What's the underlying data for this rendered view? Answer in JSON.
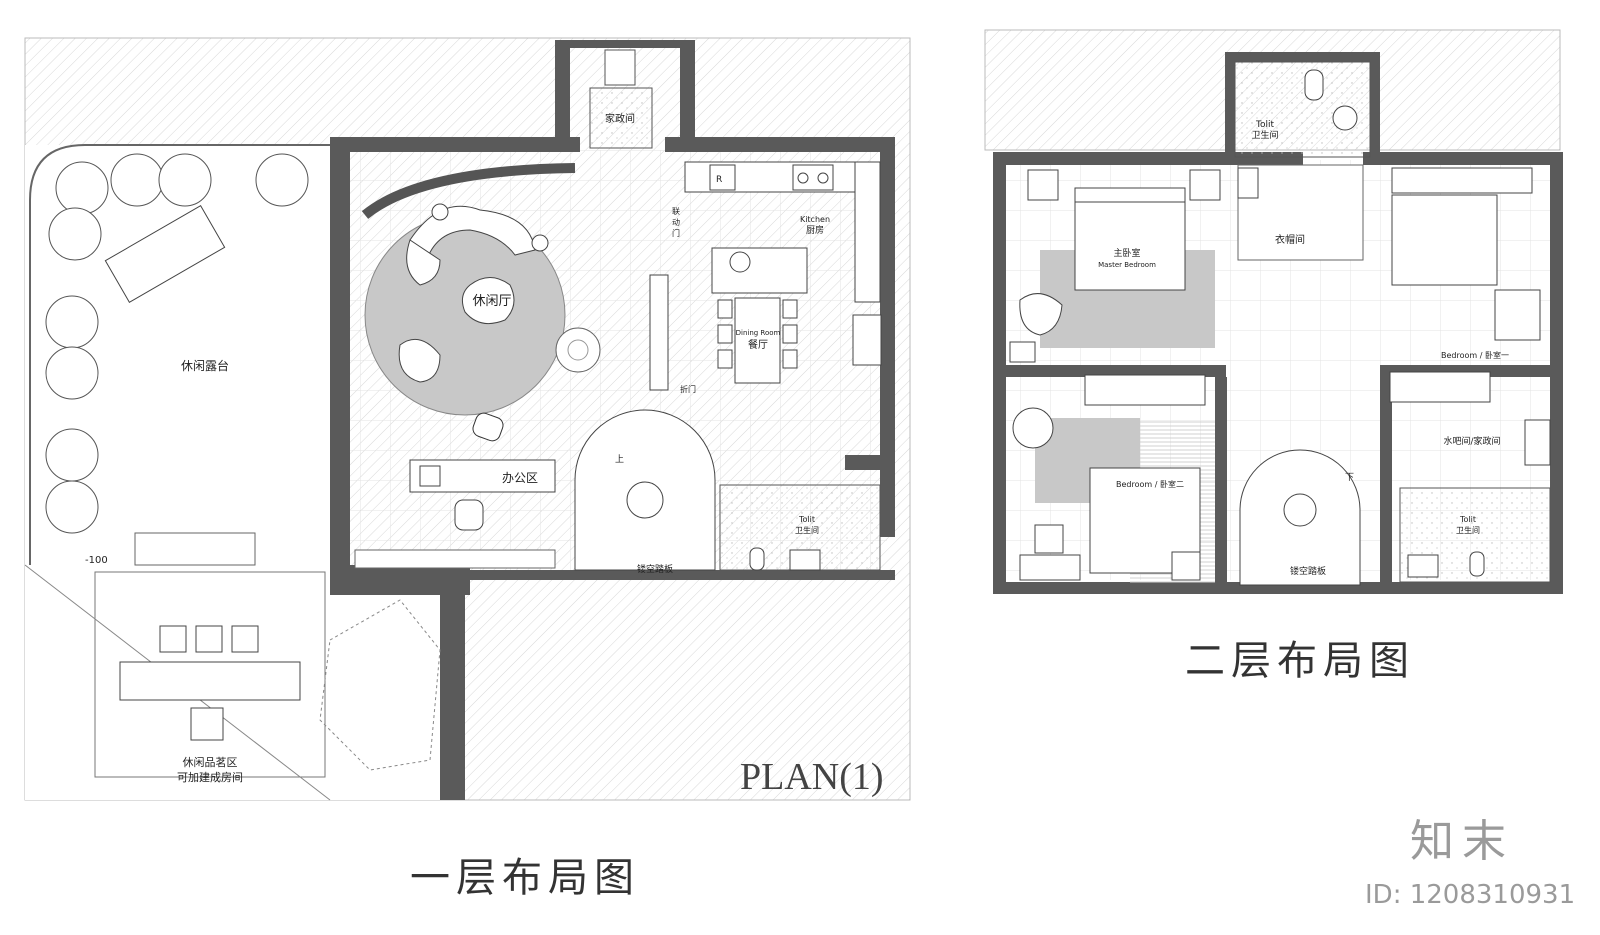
{
  "ground_floor": {
    "caption": "一层布局图",
    "plan_title": "PLAN(1)",
    "rooms": {
      "terrace": "休闲露台",
      "lounge": "休闲厅",
      "laundry": "家政间",
      "kitchen_en": "Kitchen",
      "kitchen_cn": "厨房",
      "linked_door_1": "联",
      "linked_door_2": "动",
      "linked_door_3": "门",
      "fridge": "R",
      "dining_en": "Dining Room",
      "dining_cn": "餐厅",
      "folding_door": "折门",
      "office": "办公区",
      "up": "上",
      "toilet_en": "Tolit",
      "toilet_cn": "卫生间",
      "stairs": "镂空踏板",
      "level": "-100",
      "tea_area_1": "休闲品茗区",
      "tea_area_2": "可加建成房间"
    }
  },
  "upper_floor": {
    "caption": "二层布局图",
    "rooms": {
      "master_cn": "主卧室",
      "master_en": "Master Bedroom",
      "closet": "衣帽间",
      "toilet_en": "Tolit",
      "toilet_cn": "卫生间",
      "bedroom1": "Bedroom / 卧室一",
      "bar_laundry": "水吧间/家政间",
      "bedroom2": "Bedroom / 卧室二",
      "down": "下",
      "stairs": "镂空踏板",
      "toilet2_en": "Tolit",
      "toilet2_cn": "卫生间"
    }
  },
  "brand": "知末",
  "image_id": "ID: 1208310931",
  "colors": {
    "wall": "#5a5a5a",
    "rug": "#c8c8c8",
    "hatch": "#d6d6d6",
    "line": "#333333"
  }
}
